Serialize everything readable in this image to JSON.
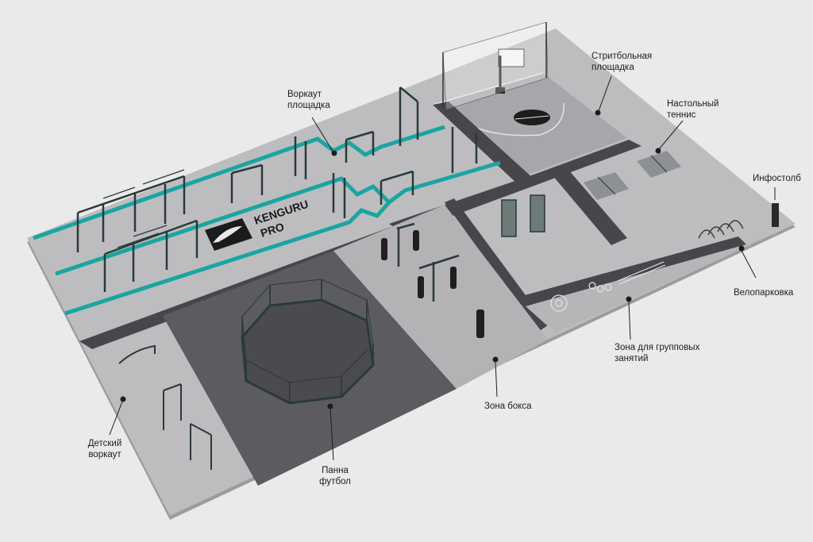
{
  "logo": {
    "line1": "KENGURU",
    "line2": "PRO"
  },
  "zones": {
    "workout": {
      "line1": "Воркаут",
      "line2": "площадка"
    },
    "streetball": {
      "line1": "Стритбольная",
      "line2": "площадка"
    },
    "table_tennis": {
      "line1": "Настольный",
      "line2": "теннис"
    },
    "info_post": {
      "line1": "Инфостолб"
    },
    "bike_parking": {
      "line1": "Велопарковка"
    },
    "group_zone": {
      "line1": "Зона для групповых",
      "line2": "занятий"
    },
    "boxing": {
      "line1": "Зона бокса"
    },
    "panna": {
      "line1": "Панна",
      "line2": "футбол"
    },
    "kids_workout": {
      "line1": "Детский",
      "line2": "воркаут"
    }
  },
  "colors": {
    "background": "#eaeaea",
    "ground": "#b9b9bb",
    "dark_zone": "#5f5f63",
    "path": "#3f3f43",
    "accent": "#1aa5a2",
    "equipment": "#2a3a38"
  }
}
